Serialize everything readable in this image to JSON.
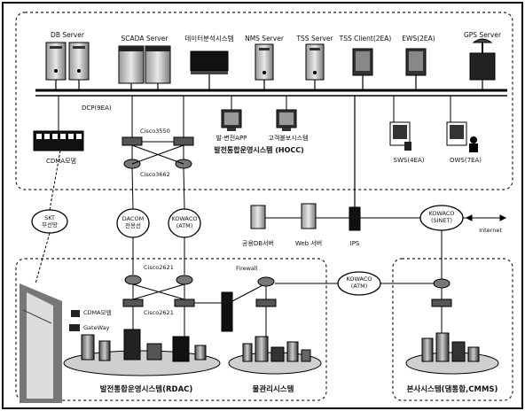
{
  "top_labels": {
    "db_server": "DB Server",
    "scada_server": "SCADA Server",
    "data_service_system": "데이터분석시스템",
    "nms_server": "NMS Server",
    "tss_server": "TSS Server",
    "tss_client": "TSS Client(2EA)",
    "ews": "EWS(2EA)",
    "gps_server": "GPS Server"
  },
  "mid_labels": {
    "dcp": "DCP(9EA)",
    "cdma_module": "CDMA모뎀",
    "cisco_a": "Cisco3550",
    "cisco_b": "Cisco3662",
    "app_pc": "발·변전APP",
    "customer_system": "고객불보시스템",
    "hocc": "발전통합운영시스템 (HOCC)",
    "sws": "SWS(4EA)",
    "ows": "OWS(7EA)"
  },
  "network_labels": {
    "skt": "SKT\n무선망",
    "dacom": "DACOM\n전용선",
    "kowaco_atm": "KOWACO\n(ATM)",
    "public_db": "공용DB서버",
    "web_server": "Web 서버",
    "ips": "IPS",
    "kowaco_sinet": "KOWACO\n(SINET)",
    "internet": "Internet",
    "kowaco_atm2": "KOWACO\n(ATM)"
  },
  "bottom_labels": {
    "cisco_c": "Cisco2621",
    "cisco_d": "Cisco2621",
    "firewall": "Firewall",
    "cdma_modem2": "CDMA모뎀",
    "gateway": "GateWay",
    "rdac": "발전통합운영시스템(RDAC)",
    "dam_system": "물관리시스템",
    "hq_system": "본사시스템(댐통합,CMMS)"
  }
}
